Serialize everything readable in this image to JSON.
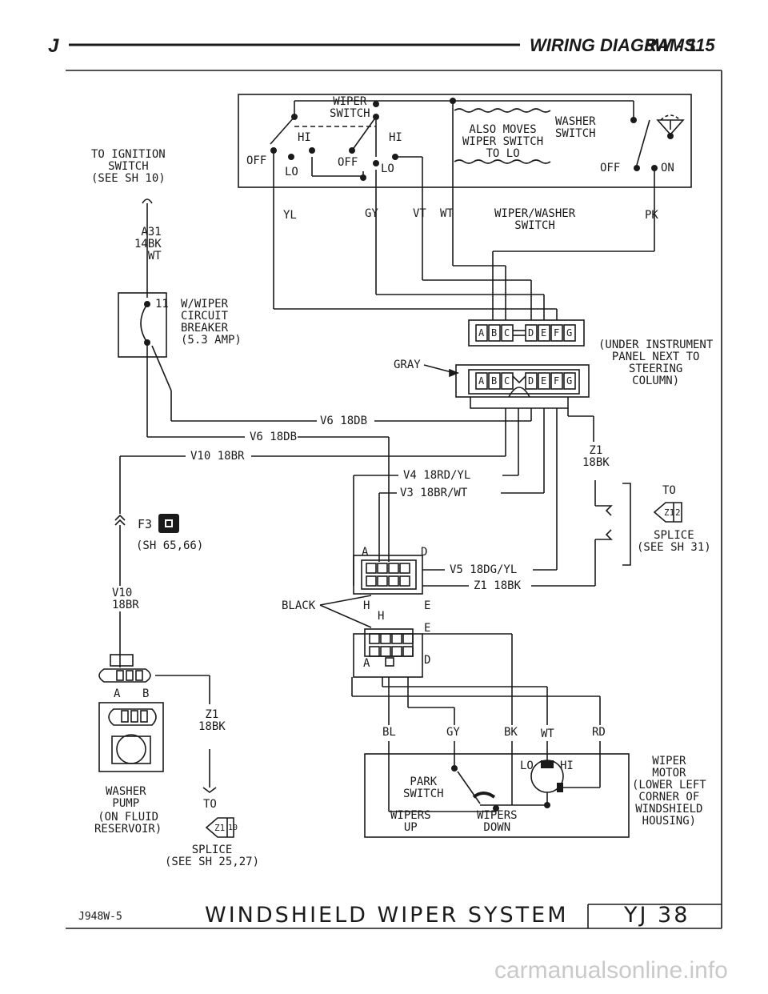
{
  "header": {
    "letter": "J",
    "title": "WIRING DIAGRAMS",
    "page": "8W - 115"
  },
  "wiper_switch": {
    "title": "WIPER\nSWITCH",
    "hi_left": "HI",
    "hi_right": "HI",
    "off_left": "OFF",
    "lo_left": "LO",
    "off_right": "OFF",
    "lo_right": "LO"
  },
  "washer_switch": {
    "note": "ALSO MOVES\nWIPER SWITCH\nTO LO",
    "title": "WASHER\nSWITCH",
    "off": "OFF",
    "on": "ON"
  },
  "ignition": {
    "label": "TO IGNITION\nSWITCH\n(SEE SH 10)",
    "wire": "A31\n14BK\nWT"
  },
  "switch_wires": [
    "YL",
    "GY",
    "VT",
    "WT",
    "PK"
  ],
  "wiper_washer_switch_label": "WIPER/WASHER\nSWITCH",
  "circuit_breaker": {
    "pin": "11",
    "label": "W/WIPER\nCIRCUIT\nBREAKER\n(5.3 AMP)"
  },
  "connector_upper": {
    "left_pins": [
      "A",
      "B",
      "C"
    ],
    "right_pins": [
      "D",
      "E",
      "F",
      "G"
    ]
  },
  "connector_lower": {
    "left_pins": [
      "A",
      "B",
      "C"
    ],
    "right_pins": [
      "D",
      "E",
      "F",
      "G"
    ],
    "color": "GRAY"
  },
  "connector_location": "(UNDER INSTRUMENT\nPANEL NEXT TO\nSTEERING\nCOLUMN)",
  "wires": {
    "v6_a": "V6 18DB",
    "v6_b": "V6 18DB",
    "v10": "V10 18BR",
    "v4": "V4 18RD/YL",
    "v3": "V3 18BR/WT",
    "v5": "V5 18DG/YL",
    "z1_motor": "Z1 18BK",
    "z1_right": "Z1\n18BK",
    "v10_left": "V10\n18BR",
    "z1_pump": "Z1\n18BK"
  },
  "fuse": {
    "label": "F3",
    "ref": "(SH 65,66)"
  },
  "splice_right": {
    "to": "TO",
    "id": "Z1",
    "num": "2",
    "label": "SPLICE\n(SEE SH 31)"
  },
  "splice_bottom": {
    "to": "TO",
    "id": "Z1",
    "num": "10",
    "label": "SPLICE\n(SEE SH 25,27)"
  },
  "motor_connector": {
    "color": "BLACK",
    "a": "A",
    "d": "D",
    "h": "H",
    "e": "E"
  },
  "motor_connector_lower": {
    "h": "H",
    "e": "E",
    "a": "A",
    "d": "D"
  },
  "washer_pump": {
    "a": "A",
    "b": "B",
    "label": "WASHER\nPUMP",
    "location": "(ON FLUID\nRESERVOIR)"
  },
  "motor_wires": [
    "BL",
    "GY",
    "BK",
    "WT",
    "RD"
  ],
  "wiper_motor": {
    "park_switch": "PARK\nSWITCH",
    "lo": "LO",
    "hi": "HI",
    "wipers_up": "WIPERS\nUP",
    "wipers_down": "WIPERS\nDOWN",
    "label": "WIPER\nMOTOR\n(LOWER LEFT\nCORNER OF\nWINDSHIELD\nHOUSING)"
  },
  "footer": {
    "code": "J948W-5",
    "title": "WINDSHIELD WIPER SYSTEM",
    "model": "YJ 38"
  },
  "watermark": "carmanualsonline.info"
}
